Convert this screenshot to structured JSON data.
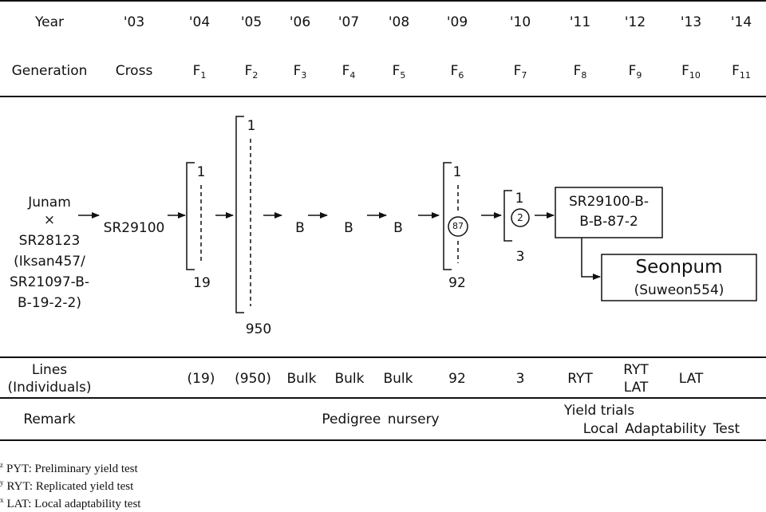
{
  "rows": {
    "year": {
      "label": "Year",
      "values": [
        "'03",
        "'04",
        "'05",
        "'06",
        "'07",
        "'08",
        "'09",
        "'10",
        "'11",
        "'12",
        "'13",
        "'14"
      ]
    },
    "generation": {
      "label": "Generation",
      "cross": "Cross",
      "values": [
        {
          "base": "F",
          "sub": "1"
        },
        {
          "base": "F",
          "sub": "2"
        },
        {
          "base": "F",
          "sub": "3"
        },
        {
          "base": "F",
          "sub": "4"
        },
        {
          "base": "F",
          "sub": "5"
        },
        {
          "base": "F",
          "sub": "6"
        },
        {
          "base": "F",
          "sub": "7"
        },
        {
          "base": "F",
          "sub": "8"
        },
        {
          "base": "F",
          "sub": "9"
        },
        {
          "base": "F",
          "sub": "10"
        },
        {
          "base": "F",
          "sub": "11"
        }
      ]
    },
    "lines": {
      "label_line1": "Lines",
      "label_line2": "(Individuals)",
      "values": [
        "(19)",
        "(950)",
        "Bulk",
        "Bulk",
        "Bulk",
        "92",
        "3",
        "RYT"
      ],
      "v12_line1": "RYT",
      "v12_line2": "LAT",
      "v13": "LAT"
    },
    "remark": {
      "label": "Remark",
      "pedigree": "Pedigree nursery",
      "yield_trials": "Yield trials",
      "local_test": "Local Adaptability Test"
    }
  },
  "diagram": {
    "parents": [
      "Junam",
      "×",
      "SR28123",
      "(Iksan457/",
      "SR21097-B-",
      "B-19-2-2)"
    ],
    "cross_name": "SR29100",
    "f1": {
      "top": "1",
      "bottom": "19"
    },
    "f2": {
      "top": "1",
      "bottom": "950"
    },
    "bulk": [
      "B",
      "B",
      "B"
    ],
    "f6": {
      "top": "1",
      "selected": "87",
      "bottom": "92"
    },
    "f7": {
      "top": "1",
      "selected": "2",
      "bottom": "3"
    },
    "line_box": [
      "SR29100-B-",
      "B-B-87-2"
    ],
    "variety_name": "Seonpum",
    "variety_alias": "(Suweon554)"
  },
  "footnotes": [
    {
      "mark": "z",
      "text": "PYT: Preliminary yield test"
    },
    {
      "mark": "y",
      "text": "RYT: Replicated yield test"
    },
    {
      "mark": "x",
      "text": "LAT: Local adaptability test"
    }
  ]
}
